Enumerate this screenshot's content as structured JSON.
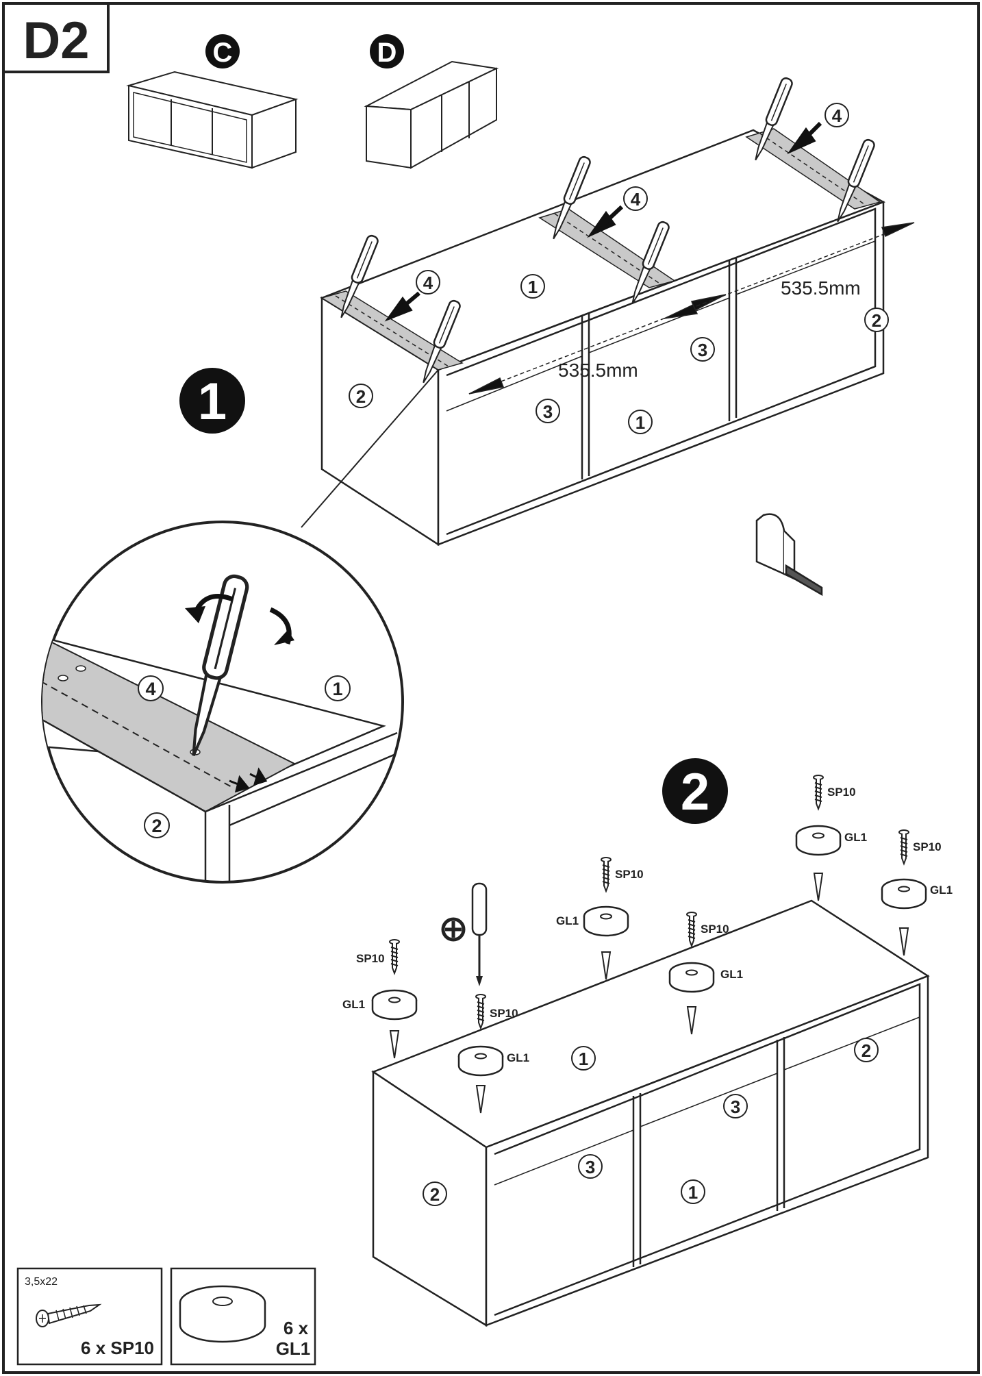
{
  "page": {
    "code": "D2",
    "variants": [
      "C",
      "D"
    ]
  },
  "steps": [
    {
      "number": "1",
      "top_labels": [
        "4",
        "4",
        "4"
      ],
      "part_labels": [
        "1",
        "2",
        "2",
        "3",
        "3",
        "1"
      ],
      "dimensions": [
        "535.5mm",
        "535.5mm"
      ],
      "zoom_labels": [
        "4",
        "1",
        "2"
      ]
    },
    {
      "number": "2",
      "screw": "SP10",
      "glide": "GL1",
      "part_labels": [
        "1",
        "2",
        "2",
        "3",
        "3",
        "1"
      ],
      "tool_icon": "phillips-screwdriver-icon"
    }
  ],
  "parts_legend": [
    {
      "size": "3,5x22",
      "qty_label": "6 x SP10",
      "icon": "screw-icon"
    },
    {
      "qty_line1": "6 x",
      "qty_line2": "GL1",
      "icon": "glide-icon"
    }
  ],
  "colors": {
    "line": "#222222",
    "tape": "#c9c9c9",
    "bg": "#ffffff"
  }
}
